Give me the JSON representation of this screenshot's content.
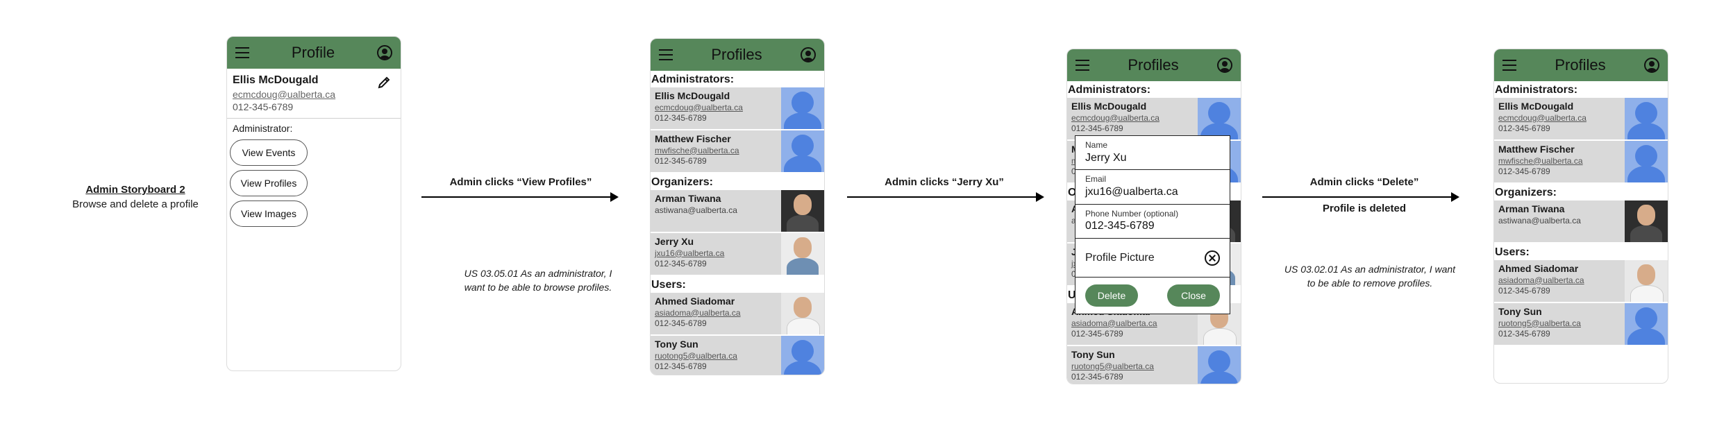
{
  "caption": {
    "title": "Admin Storyboard 2",
    "subtitle": "Browse and delete a profile"
  },
  "arrows": [
    {
      "label": "Admin clicks “View Profiles”"
    },
    {
      "label": "Admin clicks “Jerry Xu”"
    },
    {
      "label": "Admin clicks “Delete”",
      "sublabel": "Profile is deleted"
    }
  ],
  "stories": {
    "browse": [
      "US 03.05.01 As an administrator, I",
      "want to be able to browse profiles."
    ],
    "remove": [
      "US 03.02.01 As an administrator, I want",
      "to be able to remove profiles."
    ]
  },
  "profile_screen": {
    "title": "Profile",
    "name": "Ellis McDougald",
    "email": "ecmcdoug@ualberta.ca",
    "phone": "012-345-6789",
    "role_label": "Administrator:",
    "buttons": [
      "View Events",
      "View Profiles",
      "View Images"
    ]
  },
  "profiles_title": "Profiles",
  "sections": {
    "admins": "Administrators:",
    "organizers": "Organizers:",
    "users": "Users:"
  },
  "people": {
    "ellis": {
      "name": "Ellis McDougald",
      "email": "ecmcdoug@ualberta.ca",
      "phone": "012-345-6789"
    },
    "matthew": {
      "name": "Matthew Fischer",
      "email": "mwfische@ualberta.ca",
      "phone": "012-345-6789"
    },
    "arman": {
      "name": "Arman Tiwana",
      "email": "astiwana@ualberta.ca",
      "phone": ""
    },
    "jerry": {
      "name": "Jerry Xu",
      "email": "jxu16@ualberta.ca",
      "phone": "012-345-6789"
    },
    "ahmed": {
      "name": "Ahmed Siadomar",
      "email": "asiadoma@ualberta.ca",
      "phone": "012-345-6789"
    },
    "tony": {
      "name": "Tony Sun",
      "email": "ruotong5@ualberta.ca",
      "phone": "012-345-6789"
    }
  },
  "dialog": {
    "name_label": "Name",
    "name_value": "Jerry Xu",
    "email_label": "Email",
    "email_value": "jxu16@ualberta.ca",
    "phone_label": "Phone Number (optional)",
    "phone_value": "012-345-6789",
    "picture_label": "Profile Picture",
    "delete_label": "Delete",
    "close_label": "Close"
  },
  "colors": {
    "header": "#56875a",
    "row": "#d9d9d9",
    "avatar": "#4f82df"
  }
}
